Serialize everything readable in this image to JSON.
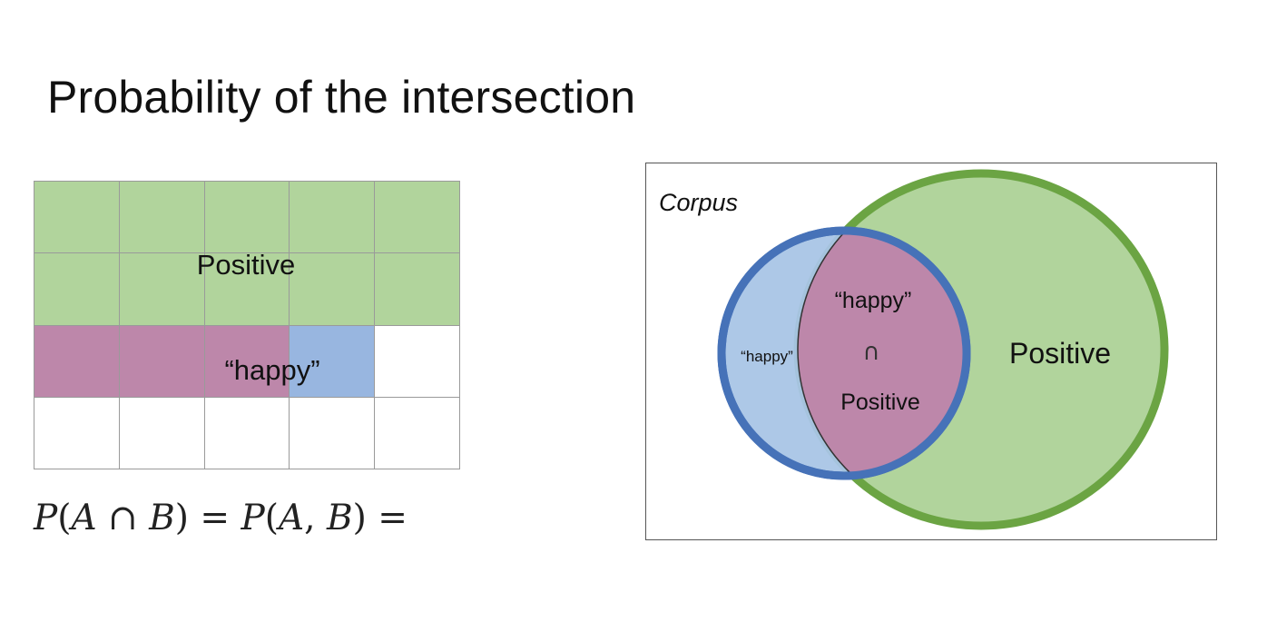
{
  "title": "Probability of the intersection",
  "grid": {
    "rows": [
      [
        "positive",
        "positive",
        "positive",
        "positive",
        "positive"
      ],
      [
        "positive",
        "positive",
        "positive",
        "positive",
        "positive"
      ],
      [
        "both",
        "both",
        "both",
        "happy",
        "empty"
      ],
      [
        "empty",
        "empty",
        "empty",
        "empty",
        "empty"
      ]
    ],
    "positive_label": "Positive",
    "happy_label": "“happy”"
  },
  "formula": {
    "p1": "P",
    "open1": "(",
    "a": "A",
    "cap": " ∩ ",
    "b": "B",
    "close1": ")",
    "eq1": " = ",
    "p2": "P",
    "open2": "(",
    "a2": "A",
    "comma": ", ",
    "b2": "B",
    "close2": ")",
    "eq2": " ="
  },
  "venn": {
    "corpus_label": "Corpus",
    "happy_only_label": "“happy”",
    "intersection_top": "“happy”",
    "intersection_symbol": "∩",
    "intersection_bottom": "Positive",
    "positive_label": "Positive"
  },
  "colors": {
    "positive_fill": "#b1d49c",
    "positive_stroke": "#6ba443",
    "happy_fill": "#a9c5e6",
    "happy_stroke": "#4672b8",
    "intersection_fill": "#bd87aa"
  }
}
